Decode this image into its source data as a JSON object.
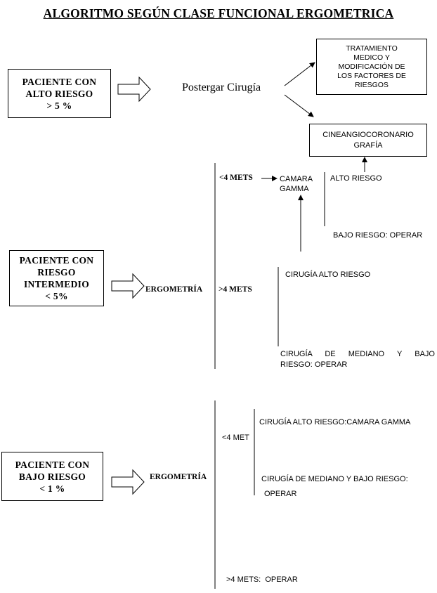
{
  "title": "ALGORITMO SEGÚN CLASE FUNCIONAL ERGOMETRICA",
  "alto": {
    "patient": [
      "PACIENTE CON",
      "ALTO RIESGO",
      "> 5 %"
    ],
    "postergar": "Postergar Cirugía",
    "tratamiento": [
      "TRATAMIENTO",
      "MEDICO Y",
      "MODIFICACIÓN DE",
      "LOS FACTORES DE",
      "RIESGOS"
    ],
    "cineangio": [
      "CINEANGIOCORONARIO",
      "GRAFÍA"
    ]
  },
  "intermedio": {
    "patient": [
      "PACIENTE CON",
      "RIESGO",
      "INTERMEDIO",
      "< 5%"
    ],
    "ergometria": "ERGOMETRÍA",
    "lt4": "<4 METS",
    "camara": [
      "CAMARA",
      "GAMMA"
    ],
    "alto_riesgo": "ALTO RIESGO",
    "bajo_riesgo": "BAJO RIESGO: OPERAR",
    "gt4": ">4 METS",
    "cirugia_alto": "CIRUGÍA ALTO RIESGO",
    "cirugia_mediano": [
      "CIRUGÍA DE MEDIANO Y BAJO",
      "RIESGO: OPERAR"
    ]
  },
  "bajo": {
    "patient": [
      "PACIENTE CON",
      "BAJO RIESGO",
      "< 1 %"
    ],
    "ergometria": "ERGOMETRÍA",
    "lt4": "<4 MET",
    "cirugia_alto": "CIRUGÍA ALTO RIESGO:CAMARA GAMMA",
    "cirugia_mediano": [
      "CIRUGÍA DE MEDIANO Y BAJO RIESGO:",
      "OPERAR"
    ],
    "gt4": ">4 METS:  OPERAR"
  }
}
